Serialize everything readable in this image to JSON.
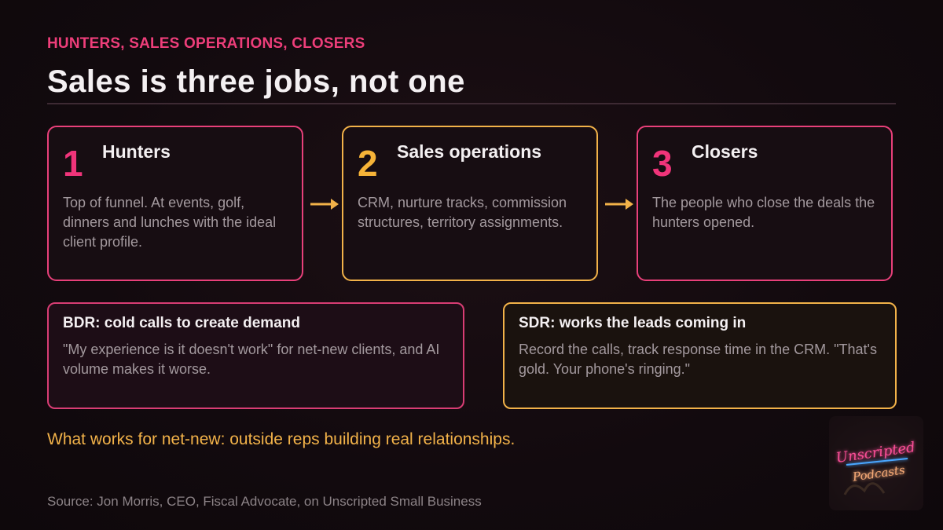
{
  "header": {
    "eyebrow": "HUNTERS, SALES OPERATIONS, CLOSERS",
    "title": "Sales is three jobs, not one"
  },
  "steps": [
    {
      "number": "1",
      "title": "Hunters",
      "text": "Top of funnel. At events, golf, dinners and lunches with the ideal client profile.",
      "color": "#e8407a"
    },
    {
      "number": "2",
      "title": "Sales operations",
      "text": "CRM, nurture tracks, commission structures, territory assignments.",
      "color": "#f2b249"
    },
    {
      "number": "3",
      "title": "Closers",
      "text": "The people who close the deals the hunters opened.",
      "color": "#e8407a"
    }
  ],
  "roles": [
    {
      "title": "BDR: cold calls to create demand",
      "text": "\"My experience is it doesn't work\" for net-new clients, and AI volume makes it worse.",
      "color": "#d83d74"
    },
    {
      "title": "SDR: works the leads coming in",
      "text": "Record the calls, track response time in the CRM. \"That's gold. Your phone's ringing.\"",
      "color": "#f2b249"
    }
  ],
  "takeaway": "What works for net-new: outside reps building real relationships.",
  "source": "Source: Jon Morris, CEO, Fiscal Advocate, on Unscripted Small Business",
  "logo": {
    "line1": "Unscripted",
    "line2": "Podcasts"
  },
  "colors": {
    "accent_pink": "#ee3e7a",
    "accent_gold": "#f2b249",
    "background": "#120a0e"
  }
}
